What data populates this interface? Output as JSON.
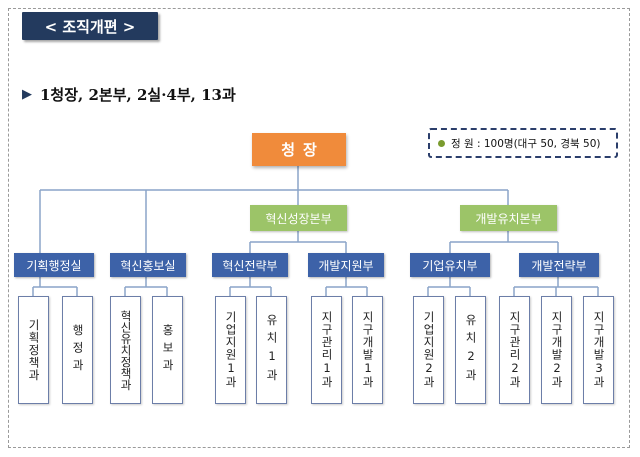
{
  "title": "< 조직개편 >",
  "summary": "1청장, 2본부, 2실·4부, 13과",
  "chief": "청장",
  "quota": "정 원 : 100명(대구 50, 경북 50)",
  "bonbu": [
    "혁신성장본부",
    "개발유치본부"
  ],
  "units": [
    "기획행정실",
    "혁신홍보실",
    "혁신전략부",
    "개발지원부",
    "기업유치부",
    "개발전략부"
  ],
  "depts": [
    "기획정책과",
    "행정과",
    "혁신유치정책과",
    "홍보과",
    "기업지원1과",
    "유치1과",
    "지구관리1과",
    "지구개발1과",
    "기업지원2과",
    "유치2과",
    "지구관리2과",
    "지구개발2과",
    "지구개발3과"
  ],
  "colors": {
    "chief": "#f08b3b",
    "bonbu": "#9cc468",
    "unit": "#3d62a8",
    "title": "#233a5e",
    "line": "#8aa4c8"
  }
}
